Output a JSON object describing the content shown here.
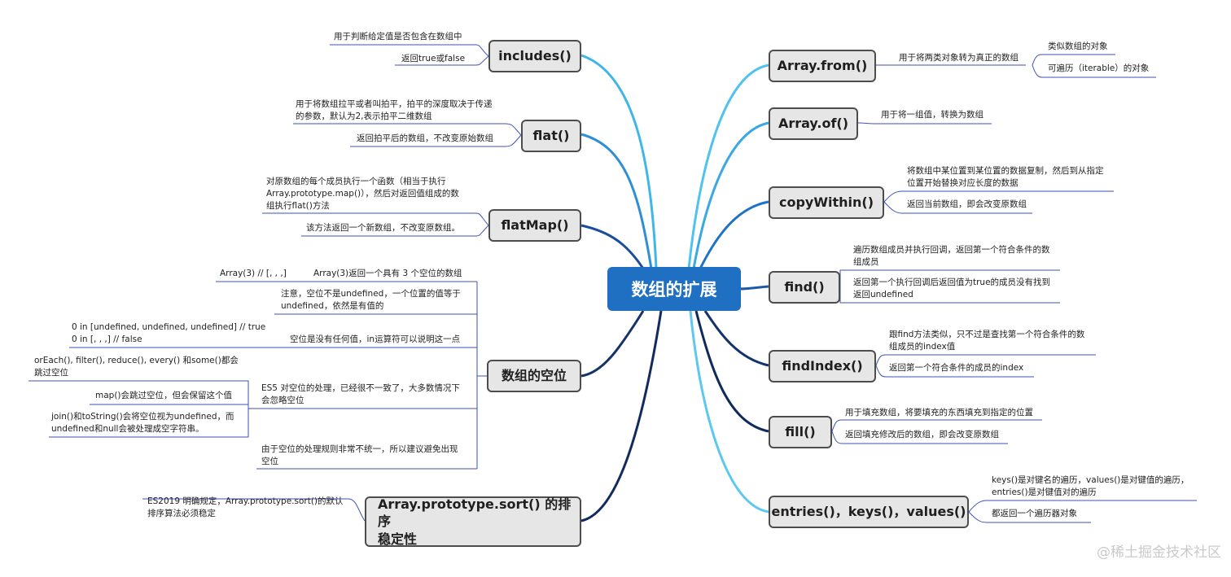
{
  "root": "数组的扩展",
  "left_branches": {
    "includes": {
      "title": "includes()",
      "items": [
        "用于判断给定值是否包含在数组中",
        "返回true或false"
      ]
    },
    "flat": {
      "title": "flat()",
      "items": [
        "用于将数组拉平或者叫拍平，拍平的深度取决于传递\n的参数，默认为2,表示拍平二维数组",
        "返回拍平后的数组，不改变原始数组"
      ]
    },
    "flatMap": {
      "title": "flatMap()",
      "items": [
        "对原数组的每个成员执行一个函数（相当于执行\nArray.prototype.map()），然后对返回值组成的数\n组执行flat()方法",
        "该方法返回一个新数组，不改变原数组。"
      ]
    },
    "holes": {
      "title": "数组的空位",
      "items": [
        "Array(3)返回一个具有 3 个空位的数组",
        "注意，空位不是undefined，一个位置的值等于\nundefined，依然是有值的",
        "空位是没有任何值，in运算符可以说明这一点",
        "ES5 对空位的处理，已经很不一致了，大多数情况下\n会忽略空位",
        "由于空位的处理规则非常不统一，所以建议避免出现\n空位"
      ],
      "sub_array3": "Array(3) // [, , ,]",
      "sub_in": "0 in [undefined, undefined, undefined] // true\n0 in [, , ,] // false",
      "sub_es5": [
        "orEach(), filter(), reduce(), every() 和some()都会\n跳过空位",
        "map()会跳过空位，但会保留这个值",
        "join()和toString()会将空位视为undefined，而\nundefined和null会被处理成空字符串。"
      ]
    },
    "sort": {
      "title": "Array.prototype.sort() 的排序\n稳定性",
      "items": [
        "ES2019 明确规定，Array.prototype.sort()的默认\n排序算法必须稳定"
      ]
    }
  },
  "right_branches": {
    "from": {
      "title": "Array.from()",
      "items": [
        "用于将两类对象转为真正的数组"
      ],
      "sub": [
        "类似数组的对象",
        "可遍历（iterable）的对象"
      ]
    },
    "of": {
      "title": "Array.of()",
      "items": [
        "用于将一组值，转换为数组"
      ]
    },
    "copyWithin": {
      "title": "copyWithin()",
      "items": [
        "将数组中某位置到某位置的数据复制，然后到从指定\n位置开始替换对应长度的数据",
        "返回当前数组，即会改变原数组"
      ]
    },
    "find": {
      "title": "find()",
      "items": [
        "遍历数组成员并执行回调，返回第一个符合条件的数\n组成员",
        "返回第一个执行回调后返回值为true的成员没有找到\n返回undefined"
      ]
    },
    "findIndex": {
      "title": "findIndex()",
      "items": [
        "跟find方法类似，只不过是查找第一个符合条件的数\n组成员的index值",
        "返回第一个符合条件的成员的index"
      ]
    },
    "fill": {
      "title": "fill()",
      "items": [
        "用于填充数组，将要填充的东西填充到指定的位置",
        "返回填充修改后的数组，即会改变原数组"
      ]
    },
    "entries": {
      "title": "entries()，keys()，values()",
      "items": [
        "keys()是对键名的遍历，values()是对键值的遍历，\nentries()是对键值对的遍历",
        "都返回一个遍历器对象"
      ]
    }
  },
  "watermark": "@稀土掘金技术社区",
  "colors": {
    "root_fill": "#1f6fc2",
    "node_fill": "#e6e6e6",
    "node_border": "#4d4d4d",
    "branch_light": "#3fb6e8",
    "branch_mid": "#1e73c8",
    "branch_dark": "#15336b",
    "leaf_line": "#3f51b5"
  }
}
